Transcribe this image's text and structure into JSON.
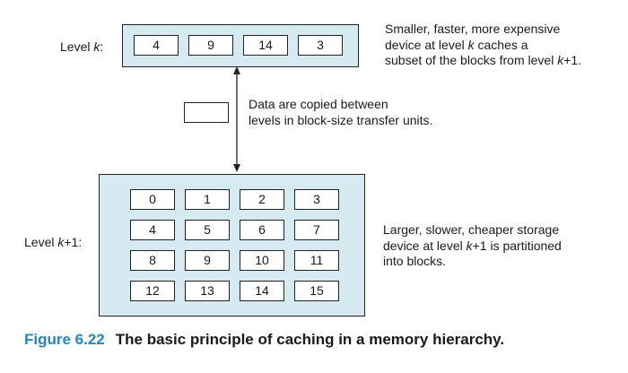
{
  "level_k": {
    "label_prefix": "Level ",
    "label_var": "k",
    "label_suffix": ":",
    "blocks": [
      "4",
      "9",
      "14",
      "3"
    ],
    "desc_line1": "Smaller, faster, more expensive",
    "desc_line2a": "device at level ",
    "desc_line2var": "k",
    "desc_line2b": " caches a",
    "desc_line3a": "subset of the blocks from level ",
    "desc_line3var": "k",
    "desc_line3b": "+1."
  },
  "transfer": {
    "line1": "Data are copied between",
    "line2": "levels in block-size transfer units."
  },
  "level_k1": {
    "label_prefix": "Level ",
    "label_var": "k",
    "label_suffix": "+1:",
    "blocks": [
      "0",
      "1",
      "2",
      "3",
      "4",
      "5",
      "6",
      "7",
      "8",
      "9",
      "10",
      "11",
      "12",
      "13",
      "14",
      "15"
    ],
    "desc_line1": "Larger, slower, cheaper storage",
    "desc_line2a": "device at level ",
    "desc_line2var": "k",
    "desc_line2b": "+1 is partitioned",
    "desc_line3": "into blocks."
  },
  "caption": {
    "number": "Figure 6.22",
    "text": "The basic principle of caching in a memory hierarchy."
  },
  "colors": {
    "panel_fill": "#d6eaf2",
    "figure_number": "#1f89c7"
  }
}
